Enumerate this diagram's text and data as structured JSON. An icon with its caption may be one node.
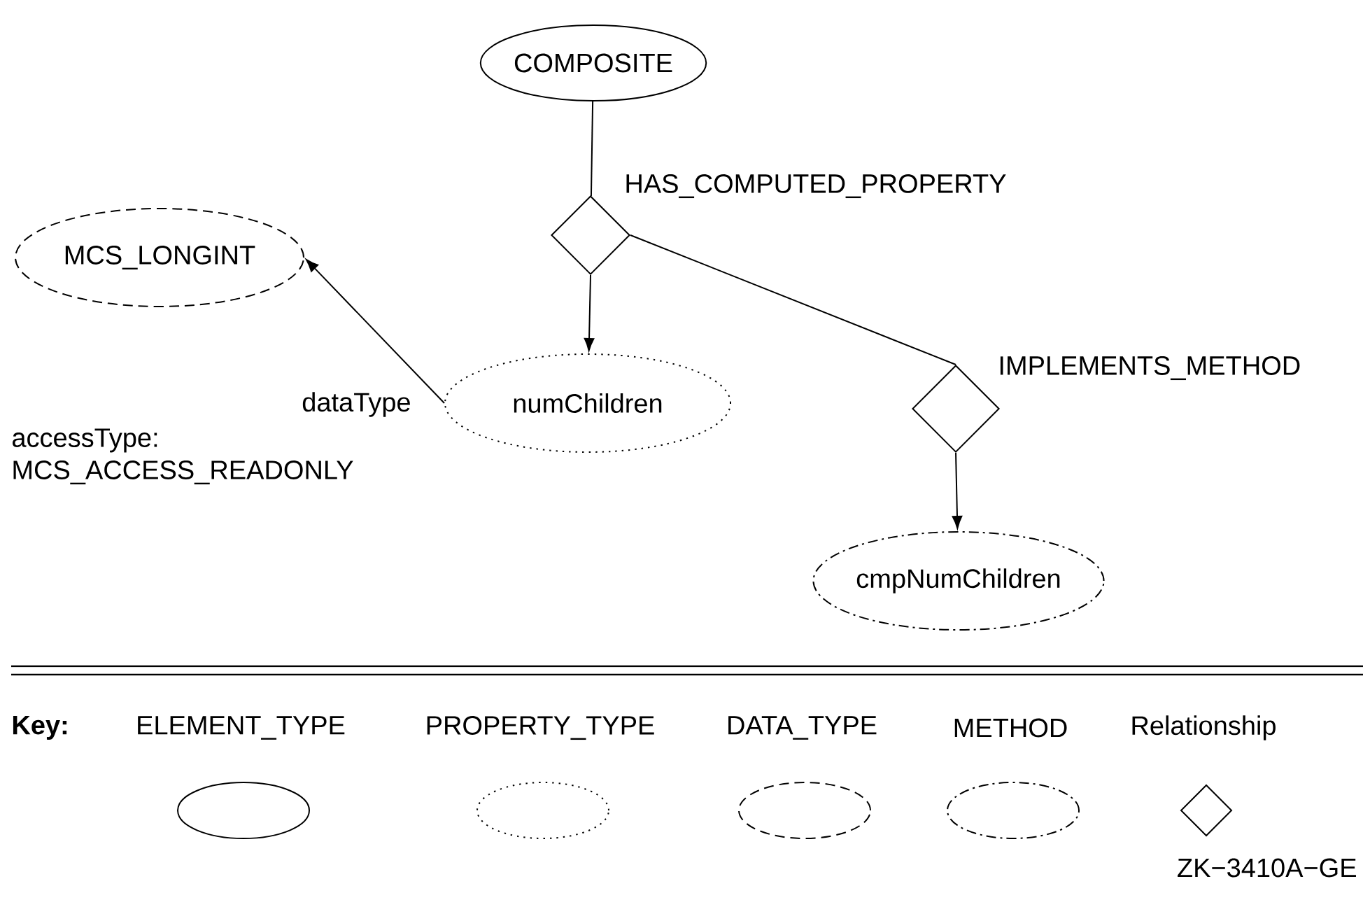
{
  "diagram": {
    "nodes": [
      {
        "text": [
          "COMPOSITE"
        ]
      },
      {
        "text": [],
        "shape": "diamond",
        "beside": [
          "HAS_COMPUTED_PROPERTY"
        ]
      },
      {
        "text": [
          "MCS_LONGINT"
        ]
      },
      {
        "text": [
          "numChildren"
        ]
      },
      {
        "text": [],
        "shape": "diamond",
        "beside": [
          "IMPLEMENTS_METHOD"
        ]
      },
      {
        "text": [
          "cmpNumChildren"
        ]
      }
    ],
    "edges": [
      {
        "from": 0,
        "to": 1,
        "arrow": "none"
      },
      {
        "from": 1,
        "to": 3,
        "arrow": "to"
      },
      {
        "from": 1,
        "to": 4,
        "arrow": "none"
      },
      {
        "from": 4,
        "to": 5,
        "arrow": "to"
      },
      {
        "from": 3,
        "to": 2,
        "arrow": "to",
        "label": "dataType"
      }
    ],
    "labels": [
      "accessType: MCS_ACCESS_READONLY",
      "Key:",
      "ZK−3410A−GE"
    ],
    "legend": [
      {
        "text": "ELEMENT_TYPE"
      },
      {
        "text": "PROPERTY_TYPE"
      },
      {
        "text": "DATA_TYPE"
      },
      {
        "text": "METHOD"
      },
      {
        "text": "Relationship"
      }
    ]
  }
}
